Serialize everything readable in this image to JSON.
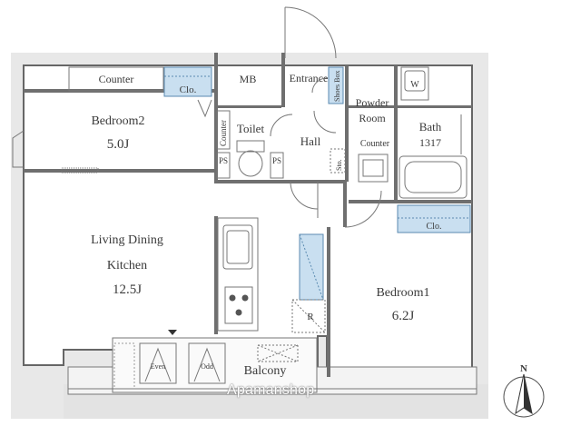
{
  "rooms": {
    "bedroom2": {
      "name": "Bedroom2",
      "size": "5.0J"
    },
    "ldk": {
      "line1": "Living Dining",
      "line2": "Kitchen",
      "size": "12.5J"
    },
    "bedroom1": {
      "name": "Bedroom1",
      "size": "6.2J"
    },
    "bath": {
      "line1": "Bath",
      "line2": "1317"
    },
    "powder": {
      "line1": "Powder",
      "line2": "Room"
    },
    "toilet": "Toilet",
    "hall": "Hall",
    "entrance": "Entrance",
    "balcony": "Balcony",
    "mb": "MB"
  },
  "fixtures": {
    "counter_top": "Counter",
    "counter_vertical": "Counter",
    "counter_powder": "Counter",
    "clo_bedroom2": "Clo.",
    "clo_bedroom1": "Clo.",
    "shoes_box": "Shoes Box",
    "ps_left": "PS",
    "ps_right": "PS",
    "sto": "Sto.",
    "washer": "W",
    "fridge": "R",
    "even": "Even",
    "odd": "Odd"
  },
  "compass": {
    "north": "N"
  },
  "watermark": "Apamanshop",
  "colors": {
    "wall": "#6f6f6f",
    "closet_fill": "#c9dff0",
    "closet_stroke": "#5a8ab0",
    "outer_gray": "#e4e4e4"
  }
}
